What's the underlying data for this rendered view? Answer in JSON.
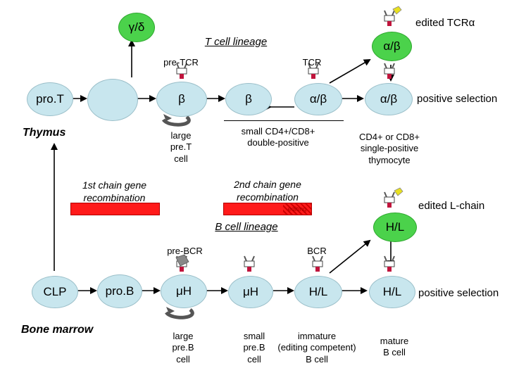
{
  "tcell": {
    "gd_label": "γ/δ",
    "lineage_title": "T cell lineage",
    "ab_top_label": "α/β",
    "edited_label": "edited TCRα",
    "pretcr_label": "pre-TCR",
    "tcr_label": "TCR",
    "prot_label": "pro.T",
    "beta1": "β",
    "beta2": "β",
    "ab_dp": "α/β",
    "ab_sp": "α/β",
    "positive_selection": "positive selection",
    "thymus": "Thymus",
    "large_pret": "large\npre.T\ncell",
    "dp_label": "small CD4+/CD8+\ndouble-positive",
    "sp_label": "CD4+ or CD8+\nsingle-positive\nthymocyte"
  },
  "recombination": {
    "first_chain": "1st chain gene\nrecombination",
    "second_chain": "2nd chain gene\nrecombination",
    "editing_text": "editing"
  },
  "bcell": {
    "edited_label": "edited L-chain",
    "hl_top": "H/L",
    "lineage_title": "B cell lineage",
    "prebcr_label": "pre-BCR",
    "bcr_label": "BCR",
    "clp": "CLP",
    "prob": "pro.B",
    "muH1": "μH",
    "muH2": "μH",
    "hl_immature": "H/L",
    "hl_mature": "H/L",
    "positive_selection": "positive selection",
    "bone_marrow": "Bone marrow",
    "large_preb": "large\npre.B\ncell",
    "small_preb": "small\npre.B\ncell",
    "immature": "immature\n(editing competent)\nB cell",
    "mature": "mature\nB cell"
  }
}
